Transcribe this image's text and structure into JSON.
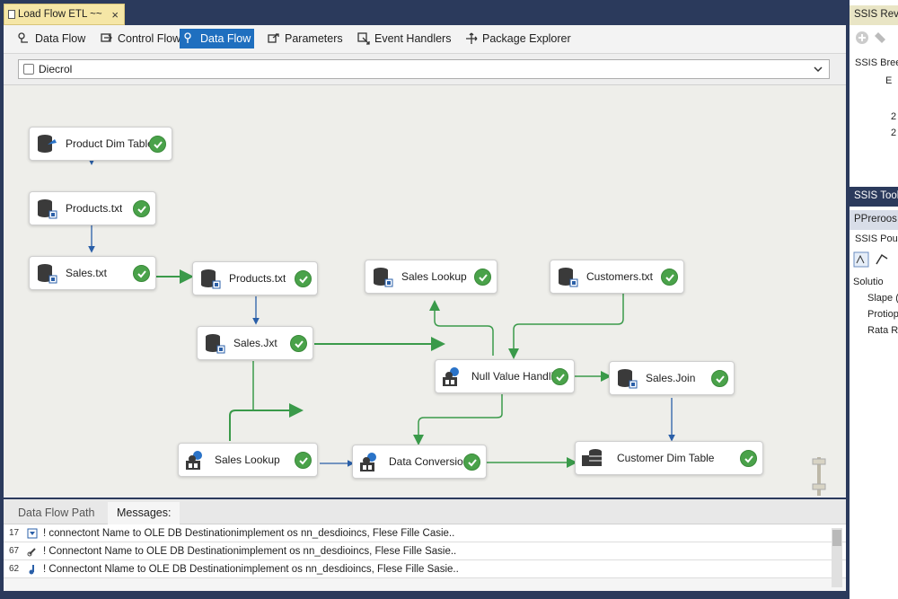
{
  "document_tab": {
    "title": "Load Flow ETL ~~",
    "close": "×"
  },
  "designer_tabs": [
    {
      "label": "Data Flow",
      "icon": "data-flow-icon"
    },
    {
      "label": "Control Flow",
      "icon": "control-flow-icon"
    },
    {
      "label": "Data Flow",
      "icon": "data-flow-icon",
      "active": true
    },
    {
      "label": "Parameters",
      "icon": "parameters-icon"
    },
    {
      "label": "Event Handlers",
      "icon": "event-handlers-icon"
    },
    {
      "label": "Package Explorer",
      "icon": "package-explorer-icon"
    }
  ],
  "task_dropdown": {
    "value": "Diecrol"
  },
  "nodes": [
    {
      "label": "Product Dim Table",
      "icon": "database-destination-icon",
      "status": "success"
    },
    {
      "label": "Products.txt",
      "icon": "flat-file-source-icon",
      "status": "success"
    },
    {
      "label": "Sales.txt",
      "icon": "flat-file-source-icon",
      "status": "success"
    },
    {
      "label": "Products.txt",
      "icon": "flat-file-source-icon",
      "status": "success"
    },
    {
      "label": "Sales.Jxt",
      "icon": "flat-file-source-icon",
      "status": "success"
    },
    {
      "label": "Sales Lookup",
      "icon": "flat-file-source-icon",
      "status": "success"
    },
    {
      "label": "Customers.txt",
      "icon": "flat-file-source-icon",
      "status": "success"
    },
    {
      "label": "Null Value Handlii",
      "icon": "transform-icon",
      "status": "success"
    },
    {
      "label": "Sales.Join",
      "icon": "flat-file-source-icon",
      "status": "success"
    },
    {
      "label": "Sales Lookup",
      "icon": "transform-icon",
      "status": "success"
    },
    {
      "label": "Data Conversior",
      "icon": "transform-icon",
      "status": "success"
    },
    {
      "label": "Customer Dim Table",
      "icon": "database-destination-icon",
      "status": "success"
    }
  ],
  "bottom_panel": {
    "tabs": [
      "Data Flow Path",
      "Messages:"
    ],
    "messages": [
      {
        "num": "17",
        "icon": "filter-icon",
        "text": "! connectont Name to OLE DB Destinationimplement os nn_desdioincs, Flese Fille Casie.."
      },
      {
        "num": "67",
        "icon": "link-icon",
        "text": "! Connectont Name to OLE DB Destinationimplement os nn_desdioincs, Flese Fille Sasie.."
      },
      {
        "num": "62",
        "icon": "pipe-icon",
        "text": "! Connectont Nlame to OLE DB Destinationimplement os nn_desdioincs, Flese Fille Sasie.."
      }
    ]
  },
  "right_panels": {
    "top_header": "SSIS Reve",
    "top_items": [
      "SSIS Bree",
      "E",
      "2",
      "2"
    ],
    "toolbox_header": "SSIS Tool",
    "props_header": "PPreroos",
    "props_title": "SSIS Pou",
    "tree": [
      "Solutio",
      "Slape (",
      "Protiop",
      "Rata R"
    ]
  },
  "colors": {
    "accent": "#1f6fbf",
    "success": "#4aa24a",
    "link_green": "#3a9a4a",
    "link_blue": "#2a5fa8",
    "chrome": "#2b3a5c"
  }
}
